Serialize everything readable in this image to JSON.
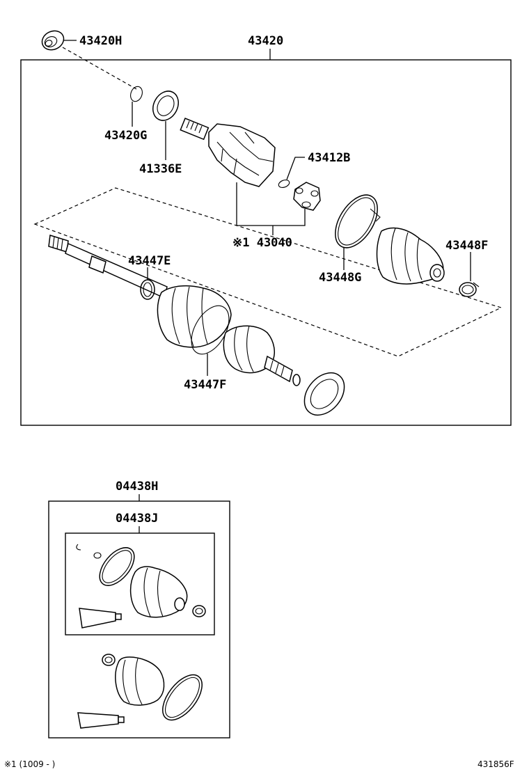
{
  "diagram": {
    "part_labels": {
      "p43420H": "43420H",
      "p43420": "43420",
      "p43420G": "43420G",
      "p41336E": "41336E",
      "p43412B": "43412B",
      "p43040": "※1 43040",
      "p43448F": "43448F",
      "p43448G": "43448G",
      "p43447E": "43447E",
      "p43447F": "43447F",
      "p04438H": "04438H",
      "p04438J": "04438J"
    },
    "footnote": "※1 (1009 -      )",
    "figure_code": "431856F"
  }
}
